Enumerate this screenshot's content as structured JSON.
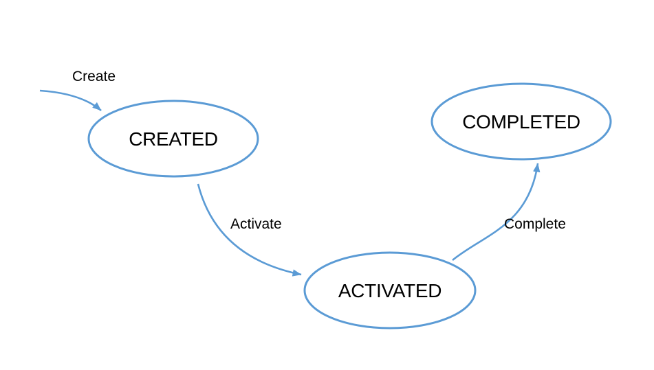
{
  "diagram": {
    "accent_color": "#5B9BD5",
    "text_color": "#000000",
    "background_color": "#FFFFFF",
    "states": {
      "created": {
        "label": "CREATED"
      },
      "activated": {
        "label": "ACTIVATED"
      },
      "completed": {
        "label": "COMPLETED"
      }
    },
    "transitions": {
      "create": {
        "label": "Create",
        "from": "start",
        "to": "CREATED"
      },
      "activate": {
        "label": "Activate",
        "from": "CREATED",
        "to": "ACTIVATED"
      },
      "complete": {
        "label": "Complete",
        "from": "ACTIVATED",
        "to": "COMPLETED"
      }
    }
  }
}
